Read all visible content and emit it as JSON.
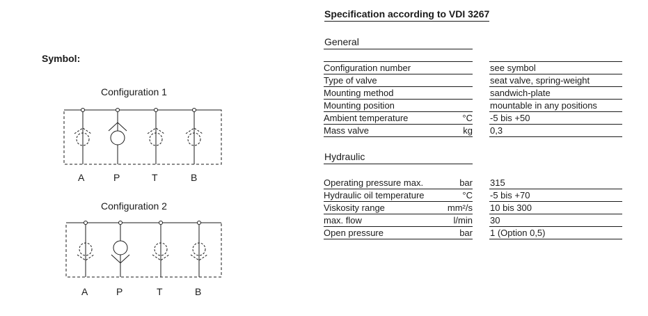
{
  "symbol_label": "Symbol:",
  "config1": {
    "title": "Configuration 1",
    "ports": [
      "A",
      "P",
      "T",
      "B"
    ]
  },
  "config2": {
    "title": "Configuration 2",
    "ports": [
      "A",
      "P",
      "T",
      "B"
    ]
  },
  "spec_title": "Specification according to VDI 3267",
  "general": {
    "heading": "General",
    "rows": [
      {
        "label": "Configuration number",
        "unit": "",
        "value": "see symbol"
      },
      {
        "label": "Type of valve",
        "unit": "",
        "value": "seat valve, spring-weight"
      },
      {
        "label": "Mounting method",
        "unit": "",
        "value": "sandwich-plate"
      },
      {
        "label": "Mounting position",
        "unit": "",
        "value": "mountable in any positions"
      },
      {
        "label": "Ambient temperature",
        "unit": "°C",
        "value": "-5 bis +50"
      },
      {
        "label": "Mass valve",
        "unit": "kg",
        "value": "0,3"
      }
    ]
  },
  "hydraulic": {
    "heading": "Hydraulic",
    "rows": [
      {
        "label": "Operating pressure max.",
        "unit": "bar",
        "value": "315"
      },
      {
        "label": "Hydraulic oil temperature",
        "unit": "°C",
        "value": "-5 bis +70"
      },
      {
        "label": "Viskosity range",
        "unit": "mm²/s",
        "value": "10 bis 300"
      },
      {
        "label": "max. flow",
        "unit": "l/min",
        "value": "30"
      },
      {
        "label": "Open pressure",
        "unit": "bar",
        "value": "1 (Option 0,5)"
      }
    ]
  }
}
